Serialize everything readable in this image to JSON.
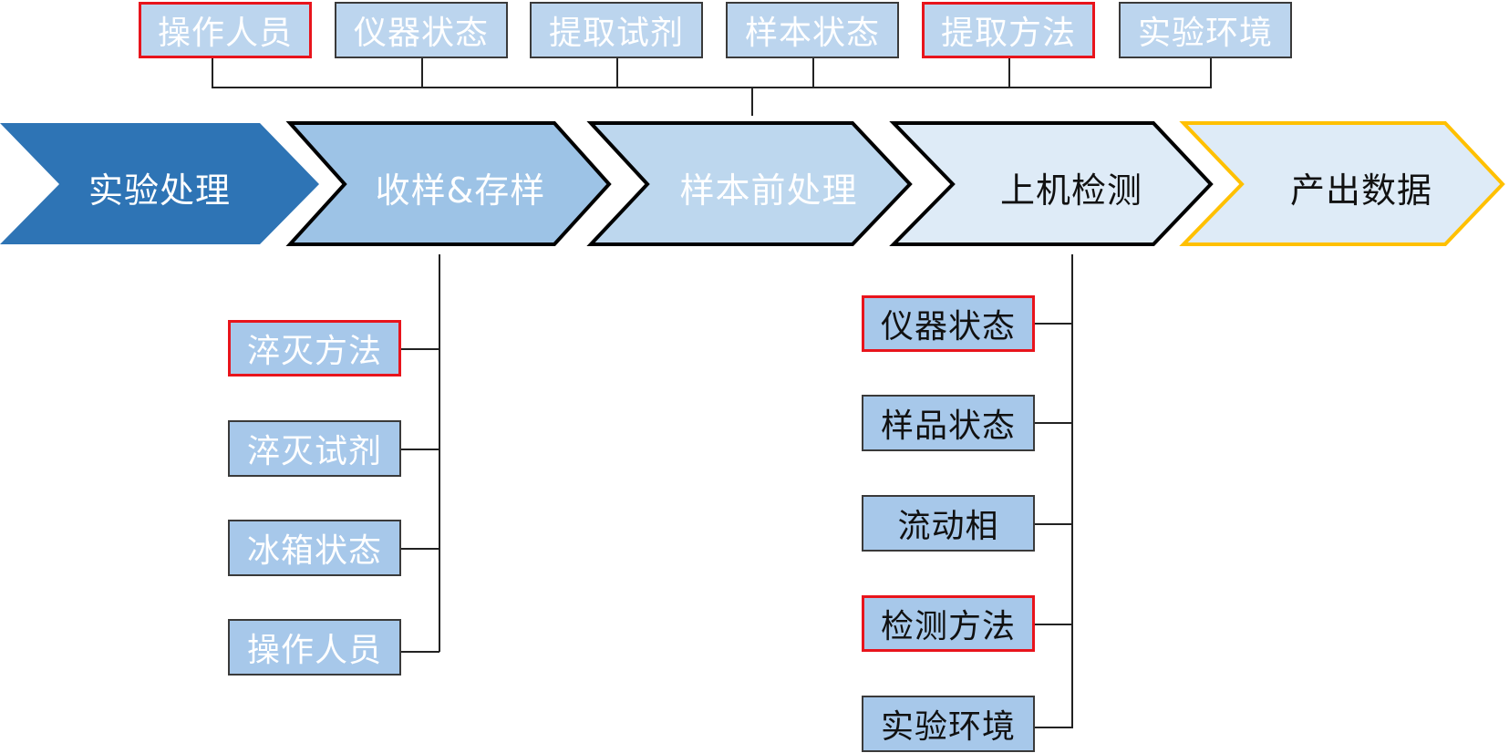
{
  "process": [
    {
      "label": "实验处理",
      "fill": "#2e74b5",
      "stroke": "#2e74b5",
      "text_color": "#ffffff"
    },
    {
      "label": "收样&存样",
      "fill": "#9dc3e6",
      "stroke": "#000000",
      "text_color": "#ffffff"
    },
    {
      "label": "样本前处理",
      "fill": "#bdd7ee",
      "stroke": "#000000",
      "text_color": "#ffffff"
    },
    {
      "label": "上机检测",
      "fill": "#deebf7",
      "stroke": "#000000",
      "text_color": "#111111"
    },
    {
      "label": "产出数据",
      "fill": "#deebf7",
      "stroke": "#ffc000",
      "text_color": "#111111"
    }
  ],
  "top_factors": [
    {
      "label": "操作人员",
      "highlighted": true
    },
    {
      "label": "仪器状态",
      "highlighted": false
    },
    {
      "label": "提取试剂",
      "highlighted": false
    },
    {
      "label": "样本状态",
      "highlighted": false
    },
    {
      "label": "提取方法",
      "highlighted": true
    },
    {
      "label": "实验环境",
      "highlighted": false
    }
  ],
  "sample_collection_factors": [
    {
      "label": "淬灭方法",
      "highlighted": true
    },
    {
      "label": "淬灭试剂",
      "highlighted": false
    },
    {
      "label": "冰箱状态",
      "highlighted": false
    },
    {
      "label": "操作人员",
      "highlighted": false
    }
  ],
  "detection_factors": [
    {
      "label": "仪器状态",
      "highlighted": true
    },
    {
      "label": "样品状态",
      "highlighted": false
    },
    {
      "label": "流动相",
      "highlighted": false
    },
    {
      "label": "检测方法",
      "highlighted": true
    },
    {
      "label": "实验环境",
      "highlighted": false
    }
  ],
  "colors": {
    "highlight_border": "#e8141c",
    "box_border": "#3a3a3a",
    "connector": "#222222"
  }
}
